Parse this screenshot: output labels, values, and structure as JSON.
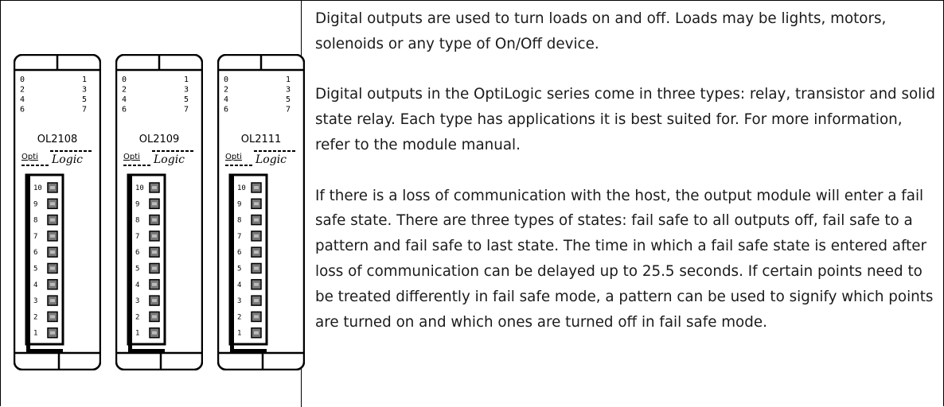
{
  "modules": [
    {
      "id": "OL2108",
      "label": "OL2108",
      "logo": "OptiLogic",
      "io_rows": [
        [
          "0",
          "1"
        ],
        [
          "2",
          "3"
        ],
        [
          "4",
          "5"
        ],
        [
          "6",
          "7"
        ]
      ],
      "terminals": [
        "10",
        "9",
        "8",
        "7",
        "6",
        "5",
        "4",
        "3",
        "2",
        "1"
      ]
    },
    {
      "id": "OL2109",
      "label": "OL2109",
      "logo": "OptiLogic",
      "io_rows": [
        [
          "0",
          "1"
        ],
        [
          "2",
          "3"
        ],
        [
          "4",
          "5"
        ],
        [
          "6",
          "7"
        ]
      ],
      "terminals": [
        "10",
        "9",
        "8",
        "7",
        "6",
        "5",
        "4",
        "3",
        "2",
        "1"
      ]
    },
    {
      "id": "OL2111",
      "label": "OL2111",
      "logo": "OptiLogic",
      "io_rows": [
        [
          "0",
          "1"
        ],
        [
          "2",
          "3"
        ],
        [
          "4",
          "5"
        ],
        [
          "6",
          "7"
        ]
      ],
      "terminals": [
        "10",
        "9",
        "8",
        "7",
        "6",
        "5",
        "4",
        "3",
        "2",
        "1"
      ]
    }
  ],
  "text": {
    "p1": "Digital outputs are used to turn loads on and off. Loads may be lights, motors, solenoids or any type of On/Off device.",
    "p2": " Digital outputs in the OptiLogic series come in three types: relay, transistor and solid state relay. Each type has applications it is best suited for. For more information, refer to the module manual.",
    "p3": " If there is a loss of communication with the host, the output module will enter a fail safe state. There are three types of states: fail safe to all outputs off, fail safe to a pattern and fail safe to last state. The time in which a fail safe state is entered after loss of communication can be delayed up to 25.5 seconds. If certain points need to be treated differently in fail safe mode, a pattern can be used to signify which points are turned on and which ones are turned off in fail safe mode."
  }
}
